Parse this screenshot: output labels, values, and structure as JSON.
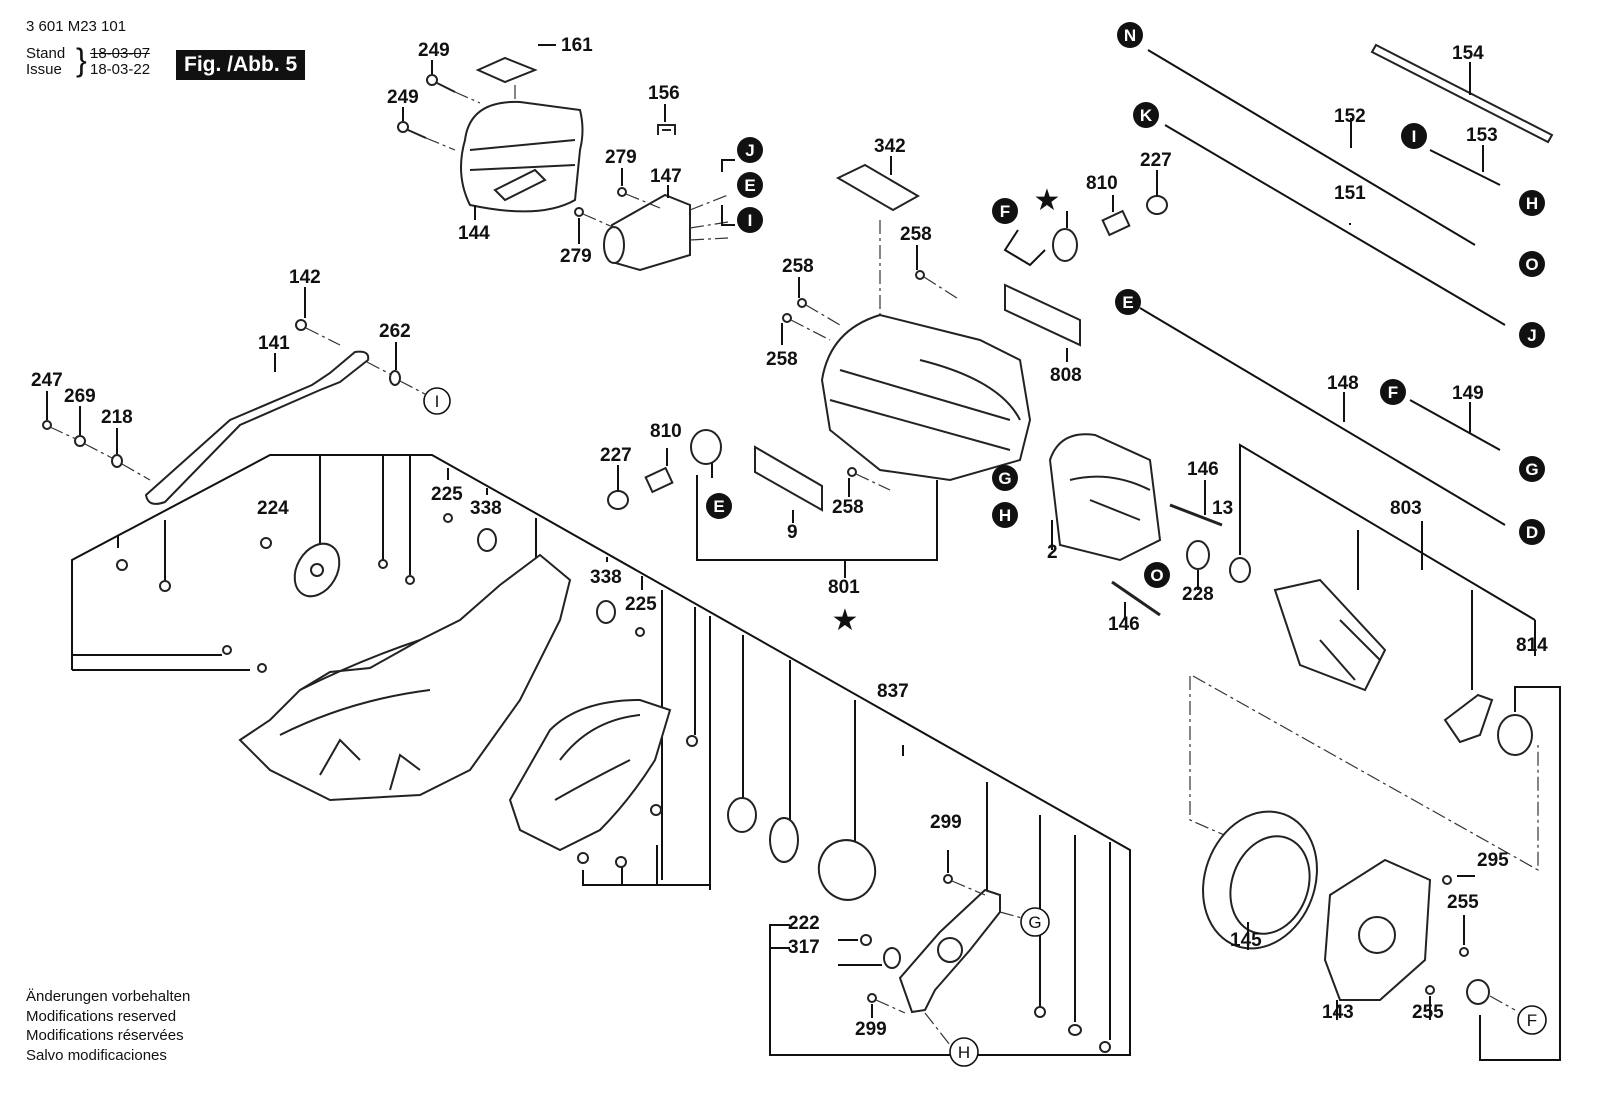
{
  "header": {
    "document_code": "3 601 M23 101",
    "stand_label": "Stand",
    "issue_label": "Issue",
    "stand_date_struck": "18-03-07",
    "issue_date": "18-03-22",
    "figure_label": "Fig. /Abb. 5"
  },
  "footer_notes": [
    "Änderungen vorbehalten",
    "Modifications reserved",
    "Modifications réservées",
    "Salvo modificaciones"
  ],
  "part_labels": {
    "p161": "161",
    "p249a": "249",
    "p249b": "249",
    "p156": "156",
    "p279a": "279",
    "p279b": "279",
    "p147": "147",
    "p144": "144",
    "p154": "154",
    "p152": "152",
    "p153": "153",
    "p151": "151",
    "p342": "342",
    "p227a": "227",
    "p810a": "810",
    "p258a": "258",
    "p258b": "258",
    "p258c": "258",
    "p258d": "258",
    "p808": "808",
    "p142": "142",
    "p262": "262",
    "p141": "141",
    "p247": "247",
    "p269": "269",
    "p218": "218",
    "p224": "224",
    "p225a": "225",
    "p338a": "338",
    "p338b": "338",
    "p225b": "225",
    "p227b": "227",
    "p810b": "810",
    "p9": "9",
    "p801": "801",
    "p148": "148",
    "p149": "149",
    "p146a": "146",
    "p146b": "146",
    "p13": "13",
    "p803": "803",
    "p2": "2",
    "p228": "228",
    "p814": "814",
    "p837": "837",
    "p299a": "299",
    "p299b": "299",
    "p222": "222",
    "p317": "317",
    "p295": "295",
    "p255a": "255",
    "p255b": "255",
    "p145": "145",
    "p143": "143"
  },
  "ref_markers": {
    "N": "N",
    "K": "K",
    "I": "I",
    "H": "H",
    "O": "O",
    "J": "J",
    "E": "E",
    "F": "F",
    "G": "G",
    "D": "D"
  },
  "star_symbol": "★"
}
